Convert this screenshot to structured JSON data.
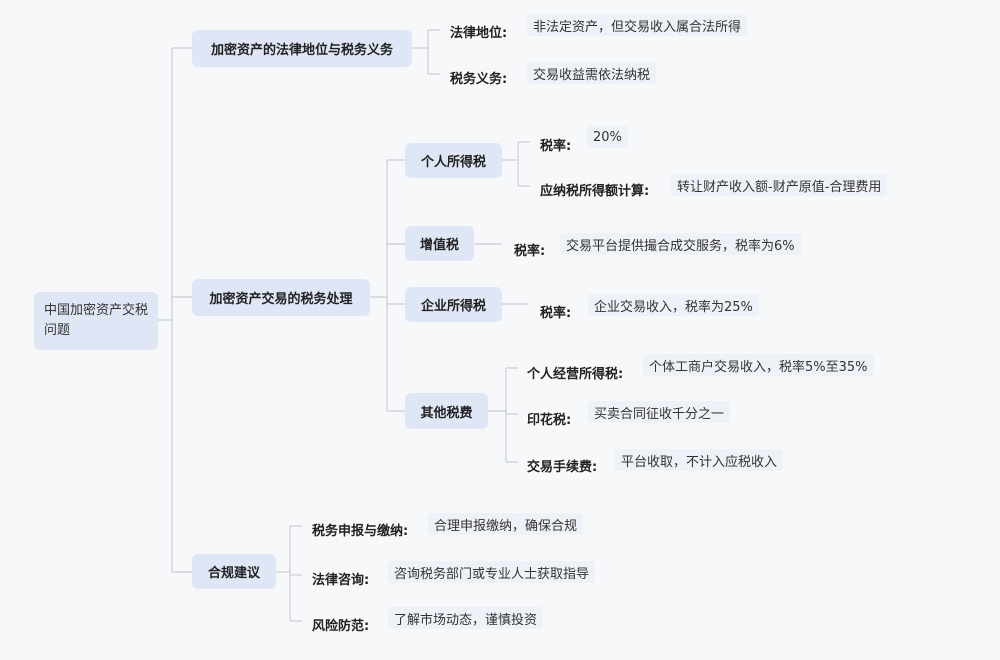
{
  "root": "中国加密资产交税问题",
  "legal": {
    "title": "加密资产的法律地位与税务义务",
    "items": [
      {
        "label": "法律地位:",
        "value": "非法定资产，但交易收入属合法所得"
      },
      {
        "label": "税务义务:",
        "value": "交易收益需依法纳税"
      }
    ]
  },
  "tax": {
    "title": "加密资产交易的税务处理",
    "personal": {
      "title": "个人所得税",
      "items": [
        {
          "label": "税率:",
          "value": "20%"
        },
        {
          "label": "应纳税所得额计算:",
          "value": "转让财产收入额-财产原值-合理费用"
        }
      ]
    },
    "vat": {
      "title": "增值税",
      "items": [
        {
          "label": "税率:",
          "value": "交易平台提供撮合成交服务，税率为6%"
        }
      ]
    },
    "corporate": {
      "title": "企业所得税",
      "items": [
        {
          "label": "税率:",
          "value": "企业交易收入，税率为25%"
        }
      ]
    },
    "other": {
      "title": "其他税费",
      "items": [
        {
          "label": "个人经营所得税:",
          "value": "个体工商户交易收入，税率5%至35%"
        },
        {
          "label": "印花税:",
          "value": "买卖合同征收千分之一"
        },
        {
          "label": "交易手续费:",
          "value": "平台收取，不计入应税收入"
        }
      ]
    }
  },
  "compliance": {
    "title": "合规建议",
    "items": [
      {
        "label": "税务申报与缴纳:",
        "value": "合理申报缴纳，确保合规"
      },
      {
        "label": "法律咨询:",
        "value": "咨询税务部门或专业人士获取指导"
      },
      {
        "label": "风险防范:",
        "value": "了解市场动态，谨慎投资"
      }
    ]
  }
}
